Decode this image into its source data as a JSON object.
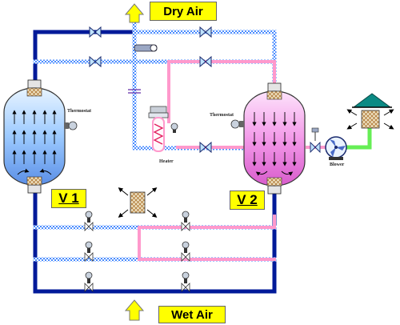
{
  "labels": {
    "dry_air": "Dry Air",
    "wet_air": "Wet Air",
    "v1": "V 1",
    "v2": "V 2",
    "thermostat_left": "Thermostat",
    "thermostat_right": "Thermostat",
    "heater": "Heater",
    "blower": "Blower"
  },
  "colors": {
    "dark_pipe": "#001a99",
    "hatched_blue": "#5fa0ff",
    "pink_pipe": "#ff99cc",
    "green_pipe": "#66ee55",
    "arrow_yellow": "#ffff00",
    "v1_fill": "#a9d4ff",
    "v2_fill": "#f6a8f0"
  }
}
